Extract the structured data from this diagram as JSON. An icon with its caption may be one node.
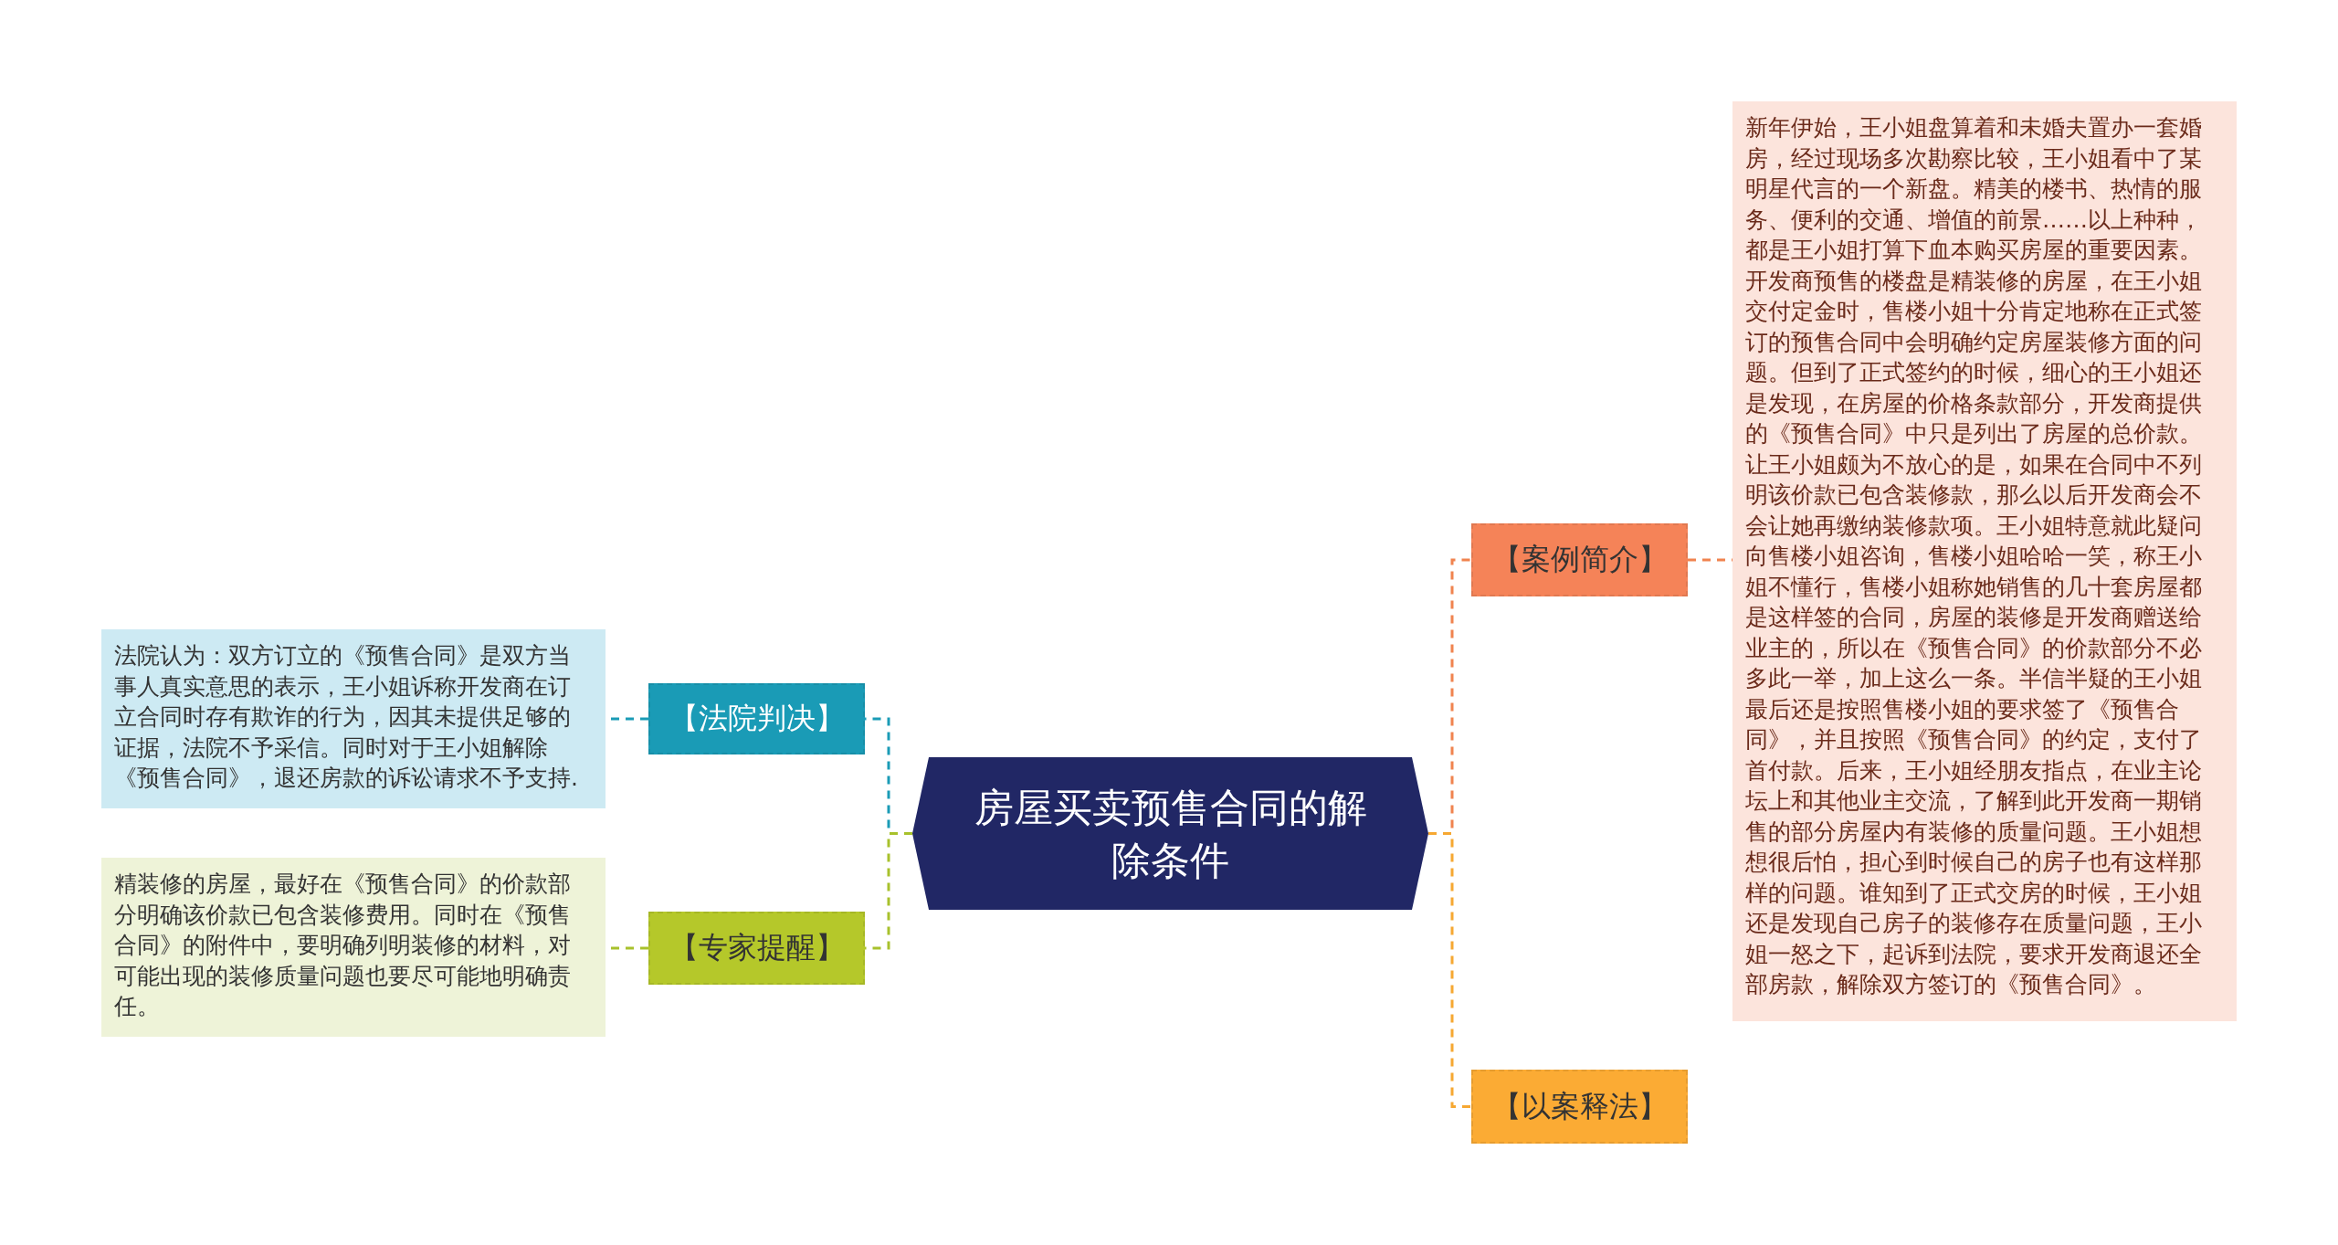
{
  "diagram": {
    "nodes": [
      {
        "text": [
          "房屋买卖预售合同的解除条件"
        ]
      },
      {
        "text": [
          "【法院判决】"
        ]
      },
      {
        "text": [
          "法院认为：双方订立的《预售合同》是双方当事人真实意思的表示，王小姐诉称开发商在订立合同时存有欺诈的行为，因其未提供足够的证据，法院不予采信。同时对于王小姐解除《预售合同》，退还房款的诉讼请求不予支持."
        ]
      },
      {
        "text": [
          "【专家提醒】"
        ]
      },
      {
        "text": [
          "精装修的房屋，最好在《预售合同》的价款部分明确该价款已包含装修费用。同时在《预售合同》的附件中，要明确列明装修的材料，对可能出现的装修质量问题也要尽可能地明确责任。"
        ]
      },
      {
        "text": [
          "【案例简介】"
        ]
      },
      {
        "text": [
          "新年伊始，王小姐盘算着和未婚夫置办一套婚房，经过现场多次勘察比较，王小姐看中了某明星代言的一个新盘。精美的楼书、热情的服务、便利的交通、增值的前景……以上种种，都是王小姐打算下血本购买房屋的重要因素。开发商预售的楼盘是精装修的房屋，在王小姐交付定金时，售楼小姐十分肯定地称在正式签订的预售合同中会明确约定房屋装修方面的问题。但到了正式签约的时候，细心的王小姐还是发现，在房屋的价格条款部分，开发商提供的《预售合同》中只是列出了房屋的总价款。让王小姐颇为不放心的是，如果在合同中不列明该价款已包含装修款，那么以后开发商会不会让她再缴纳装修款项。王小姐特意就此疑问向售楼小姐咨询，售楼小姐哈哈一笑，称王小姐不懂行，售楼小姐称她销售的几十套房屋都是这样签的合同，房屋的装修是开发商赠送给业主的，所以在《预售合同》的价款部分不必多此一举，加上这么一条。半信半疑的王小姐最后还是按照售楼小姐的要求签了《预售合同》，并且按照《预售合同》的约定，支付了首付款。后来，王小姐经朋友指点，在业主论坛上和其他业主交流，了解到此开发商一期销售的部分房屋内有装修的质量问题。王小姐想想很后怕，担心到时候自己的房子也有这样那样的问题。谁知到了正式交房的时候，王小姐还是发现自己房子的装修存在质量问题，王小姐一怒之下，起诉到法院，要求开发商退还全部房款，解除双方签订的《预售合同》。"
        ]
      },
      {
        "text": [
          "【以案释法】"
        ]
      }
    ],
    "edges": [
      {
        "from": 0,
        "to": 5,
        "arrow": "none",
        "style": "dashed",
        "color": "#f0834f"
      },
      {
        "from": 0,
        "to": 7,
        "arrow": "none",
        "style": "dashed",
        "color": "#f6a832"
      },
      {
        "from": 0,
        "to": 1,
        "arrow": "none",
        "style": "dashed",
        "color": "#1a9bb6"
      },
      {
        "from": 0,
        "to": 3,
        "arrow": "none",
        "style": "dashed",
        "color": "#a8c12c"
      },
      {
        "from": 5,
        "to": 6,
        "arrow": "none",
        "style": "dashed",
        "color": "#f0834f"
      },
      {
        "from": 1,
        "to": 2,
        "arrow": "none",
        "style": "dashed",
        "color": "#1a9bb6"
      },
      {
        "from": 3,
        "to": 4,
        "arrow": "none",
        "style": "dashed",
        "color": "#a8c12c"
      }
    ]
  }
}
